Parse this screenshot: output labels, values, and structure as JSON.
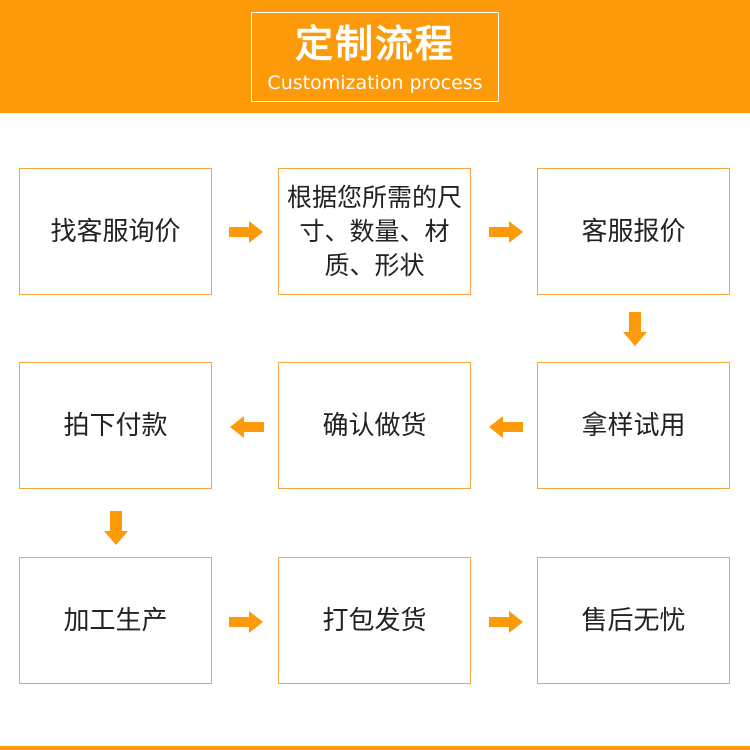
{
  "header": {
    "title": "定制流程",
    "subtitle": "Customization process"
  },
  "steps": [
    {
      "label": "找客服询价"
    },
    {
      "label": "根据您所需的尺寸、数量、材质、形状"
    },
    {
      "label": "客服报价"
    },
    {
      "label": "拿样试用"
    },
    {
      "label": "确认做货"
    },
    {
      "label": "拍下付款"
    },
    {
      "label": "加工生产"
    },
    {
      "label": "打包发货"
    },
    {
      "label": "售后无忧"
    }
  ],
  "colors": {
    "accent": "#fc9a09",
    "border": "#f6a53f",
    "text": "#222222"
  },
  "icons": {
    "arrow": "arrow-icon"
  }
}
